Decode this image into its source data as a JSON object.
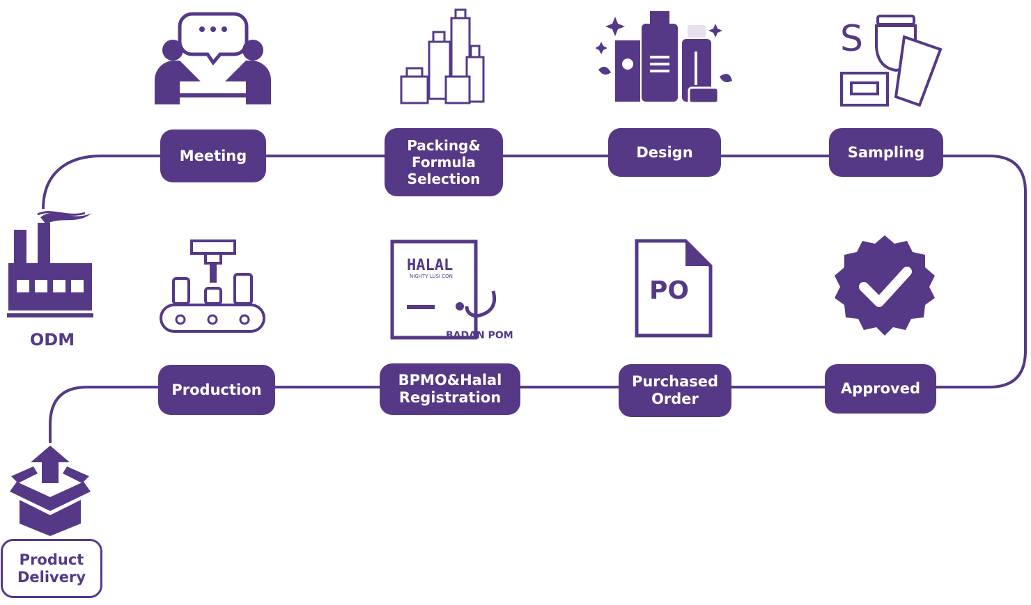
{
  "colors": {
    "primary": "#553987",
    "background": "#ffffff"
  },
  "origin": {
    "label": "ODM",
    "icon": "factory-icon"
  },
  "steps": [
    {
      "label": "Meeting",
      "icon": "meeting-icon"
    },
    {
      "label": "Packing&\nFormula\nSelection",
      "icon": "packaging-bottles-icon"
    },
    {
      "label": "Design",
      "icon": "cosmetics-design-icon"
    },
    {
      "label": "Sampling",
      "icon": "samples-icon"
    },
    {
      "label": "Approved",
      "icon": "approved-badge-icon"
    },
    {
      "label": "Purchased\nOrder",
      "icon": "po-document-icon"
    },
    {
      "label": "BPMO&Halal\nRegistration",
      "icon": "halal-certificate-icon"
    },
    {
      "label": "Production",
      "icon": "conveyor-production-icon"
    },
    {
      "label": "Product\nDelivery",
      "icon": "delivery-box-icon"
    }
  ],
  "icon_text": {
    "halal": "HALAL",
    "halal_sub": "NIGHTY LUSI CON",
    "badan_pom": "BADAN POM",
    "po": "PO",
    "sampling_s": "S"
  }
}
